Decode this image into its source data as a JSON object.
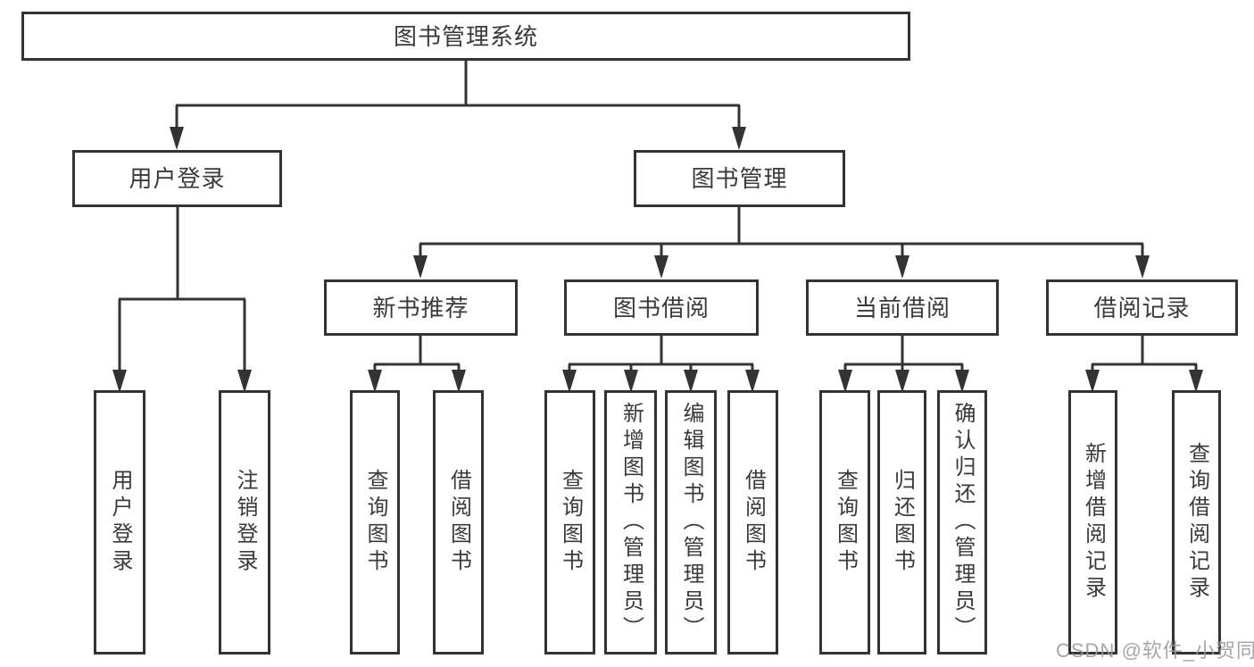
{
  "tree": {
    "label": "图书管理系统",
    "children": [
      {
        "label": "用户登录",
        "children": [
          {
            "label": "用户登录"
          },
          {
            "label": "注销登录"
          }
        ]
      },
      {
        "label": "图书管理",
        "children": [
          {
            "label": "新书推荐",
            "children": [
              {
                "label": "查询图书"
              },
              {
                "label": "借阅图书"
              }
            ]
          },
          {
            "label": "图书借阅",
            "children": [
              {
                "label": "查询图书"
              },
              {
                "label": "新增图书（管理员）"
              },
              {
                "label": "编辑图书（管理员）"
              },
              {
                "label": "借阅图书"
              }
            ]
          },
          {
            "label": "当前借阅",
            "children": [
              {
                "label": "查询图书"
              },
              {
                "label": "归还图书"
              },
              {
                "label": "确认归还（管理员）"
              }
            ]
          },
          {
            "label": "借阅记录",
            "children": [
              {
                "label": "新增借阅记录"
              },
              {
                "label": "查询借阅记录"
              }
            ]
          }
        ]
      }
    ]
  },
  "watermark": "CSDN @软件_小贺同学",
  "colors": {
    "line": "#333333",
    "box_border": "#333333",
    "text": "#3a3a3a",
    "watermark": "#9a9a9a",
    "background": "#ffffff"
  }
}
